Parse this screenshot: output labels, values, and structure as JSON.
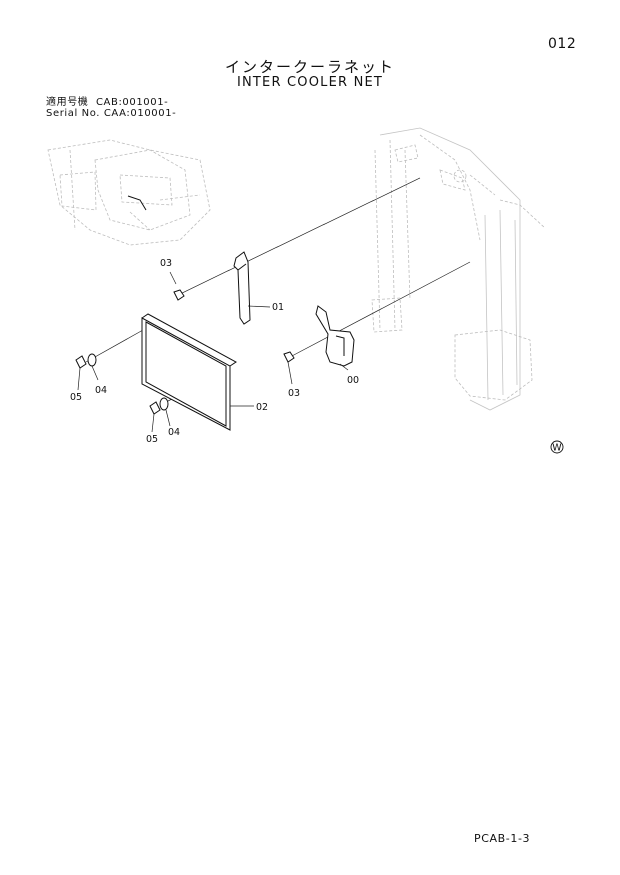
{
  "header": {
    "page_number": "012",
    "title_jp": "インタークーラネット",
    "title_en": "INTER COOLER NET"
  },
  "serial": {
    "line1": "適用号機  CAB:001001-",
    "line2": "Serial No. CAA:010001-"
  },
  "callouts": {
    "c00": "00",
    "c01": "01",
    "c02": "02",
    "c03_upper": "03",
    "c03_lower": "03",
    "c04_left": "04",
    "c04_lower": "04",
    "c05_left": "05",
    "c05_lower": "05"
  },
  "mark": "W",
  "footer": {
    "code": "PCAB-1-3"
  }
}
